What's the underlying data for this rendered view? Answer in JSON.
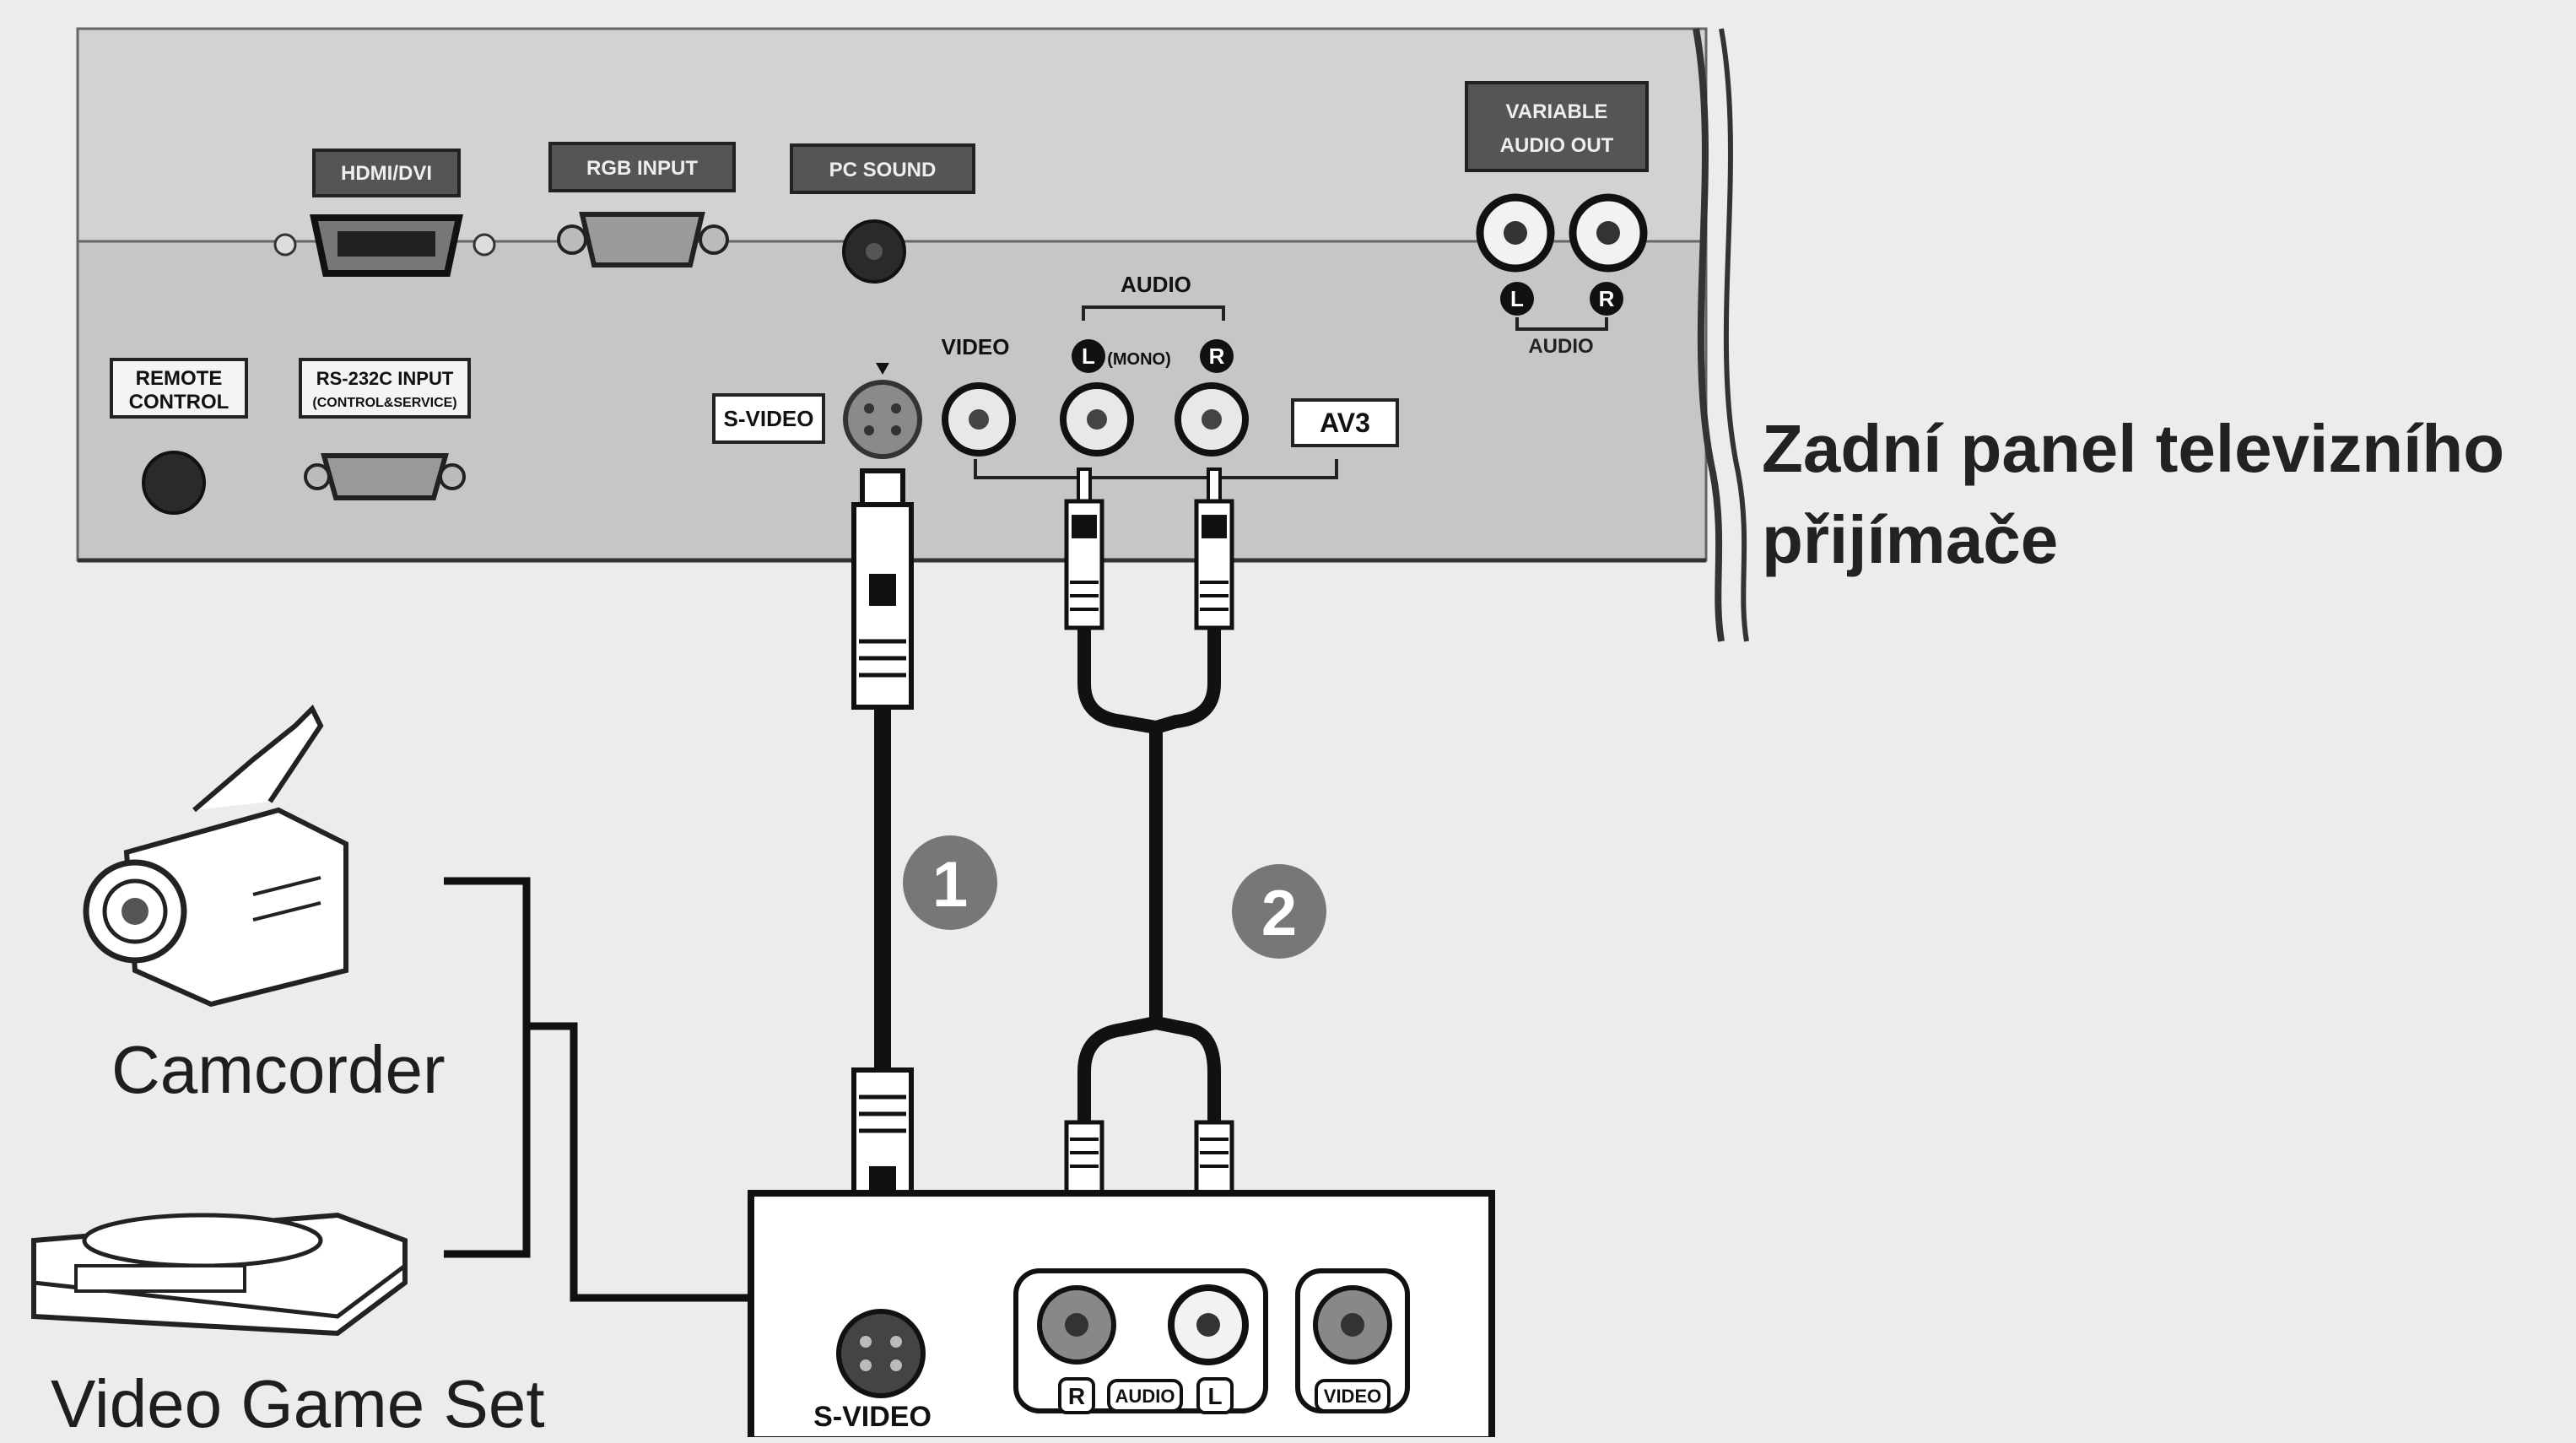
{
  "tv_panel": {
    "caption_line1": "Zadní panel televizního",
    "caption_line2": "přijímače",
    "hdmi_label": "HDMI/DVI",
    "rgb_label": "RGB INPUT",
    "pc_sound_label": "PC SOUND",
    "variable_audio_line1": "VARIABLE",
    "variable_audio_line2": "AUDIO OUT",
    "remote_line1": "REMOTE",
    "remote_line2": "CONTROL",
    "rs232_line1": "RS-232C INPUT",
    "rs232_line2": "(CONTROL&SERVICE)",
    "svideo_label": "S-VIDEO",
    "video_label": "VIDEO",
    "audio_label": "AUDIO",
    "audio_l_label": "L",
    "mono_label": "(MONO)",
    "audio_r_label": "R",
    "av3_label": "AV3",
    "var_audio_l": "L",
    "var_audio_r": "R",
    "var_audio_label": "AUDIO"
  },
  "steps": {
    "step1": "1",
    "step2": "2"
  },
  "devices": {
    "camcorder": "Camcorder",
    "game_set": "Video Game Set"
  },
  "source_box": {
    "svideo": "S-VIDEO",
    "r": "R",
    "audio": "AUDIO",
    "l": "L",
    "video": "VIDEO"
  }
}
